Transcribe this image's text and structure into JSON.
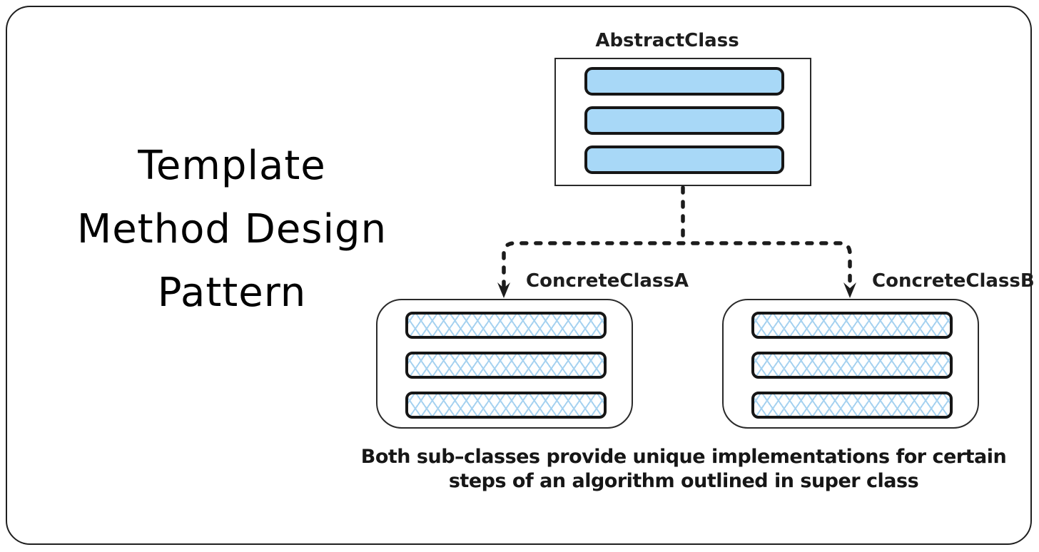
{
  "diagram": {
    "title": {
      "line1": "Template",
      "line2": "Method Design",
      "line3": "Pattern"
    },
    "abstract_class": {
      "label": "AbstractClass",
      "method_count": 3
    },
    "concrete_class_a": {
      "label": "ConcreteClassA",
      "method_count": 3
    },
    "concrete_class_b": {
      "label": "ConcreteClassB",
      "method_count": 3
    },
    "caption": {
      "line1": "Both sub–classes provide unique implementations for certain",
      "line2": "steps of an algorithm outlined in super class"
    },
    "colors": {
      "method_fill": "#a8d8f7",
      "hatch_line": "#a6d2f0",
      "stroke": "#1c1c1c",
      "background": "#ffffff"
    }
  }
}
